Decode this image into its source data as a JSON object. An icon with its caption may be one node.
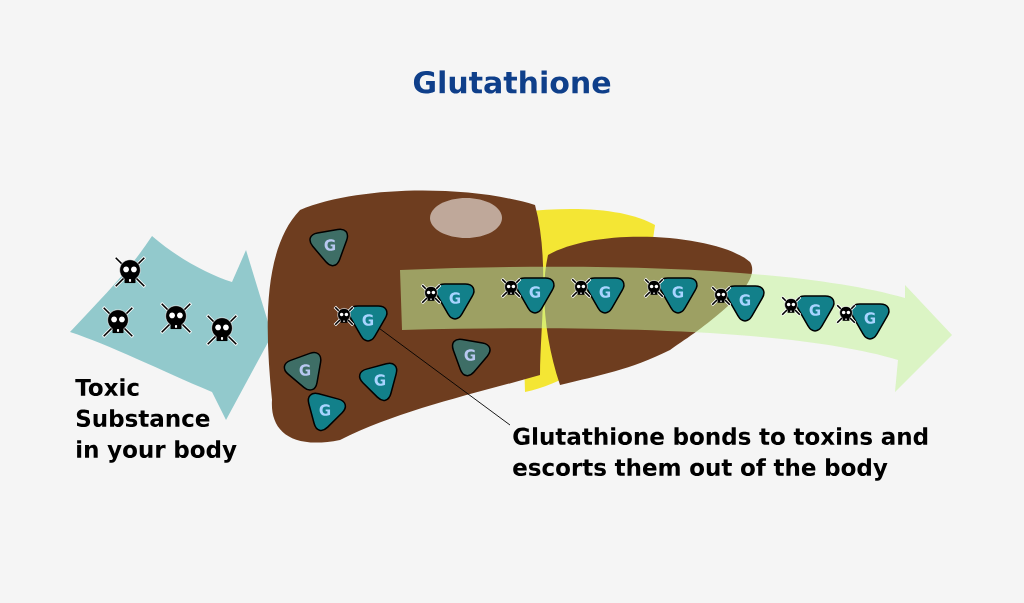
{
  "diagram": {
    "title": "Glutathione",
    "nodes": [
      {
        "text": [
          "G"
        ]
      },
      {
        "text": [
          "G"
        ]
      },
      {
        "text": [
          "G"
        ]
      },
      {
        "text": [
          "G"
        ]
      },
      {
        "text": [
          "G"
        ]
      },
      {
        "text": [
          "G"
        ]
      },
      {
        "text": [
          "G"
        ]
      },
      {
        "text": [
          "G"
        ]
      },
      {
        "text": [
          "G"
        ]
      },
      {
        "text": [
          "G"
        ]
      },
      {
        "text": [
          "G"
        ]
      },
      {
        "text": [
          "G"
        ]
      },
      {
        "text": [
          "G"
        ]
      },
      {
        "text": [
          "Glutathione bonds to toxins and escorts them out of the body"
        ]
      }
    ],
    "edges": [
      {
        "from": 13,
        "to": 7,
        "arrow": "none"
      }
    ],
    "labels": [
      "Toxic Substance in your body"
    ]
  }
}
